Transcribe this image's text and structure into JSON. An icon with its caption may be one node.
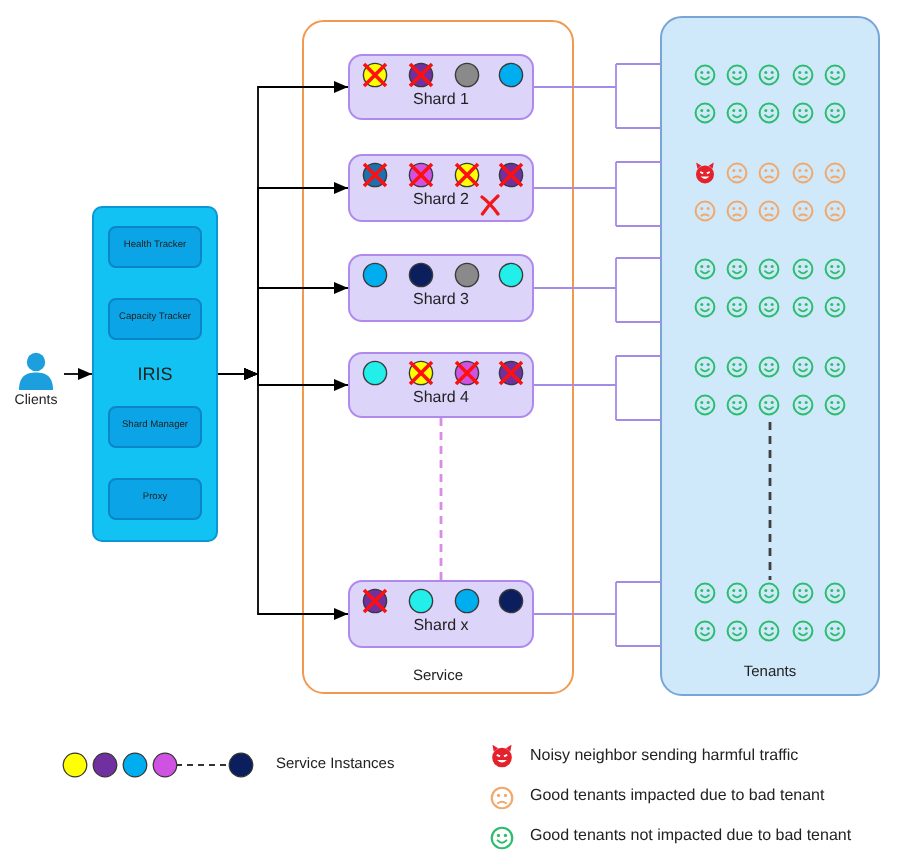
{
  "diagram": {
    "nodes": [
      {
        "text": [
          "Clients"
        ]
      },
      {
        "text": [
          "IRIS"
        ]
      },
      {
        "text": [
          "Health Tracker"
        ],
        "in": 1
      },
      {
        "text": [
          "Capacity Tracker"
        ],
        "in": 1
      },
      {
        "text": [
          "Shard Manager"
        ],
        "in": 1
      },
      {
        "text": [
          "Proxy"
        ],
        "in": 1
      },
      {
        "text": [
          "Service"
        ]
      },
      {
        "text": [
          "Shard 1"
        ],
        "in": 6
      },
      {
        "text": [
          "Shard 2"
        ],
        "in": 6
      },
      {
        "text": [
          "Shard 3"
        ],
        "in": 6
      },
      {
        "text": [
          "Shard 4"
        ],
        "in": 6
      },
      {
        "text": [
          "Shard x"
        ],
        "in": 6
      },
      {
        "text": [
          "Tenants"
        ]
      },
      {
        "text": [],
        "shape": "picture",
        "in": 12
      },
      {
        "text": [],
        "shape": "picture",
        "in": 12
      },
      {
        "text": [],
        "shape": "picture",
        "in": 12
      },
      {
        "text": [],
        "shape": "picture",
        "in": 12
      },
      {
        "text": [],
        "shape": "picture",
        "in": 12
      }
    ],
    "edges": [
      {
        "from": 0,
        "to": 1,
        "arrow": "to"
      },
      {
        "from": 1,
        "to": 7,
        "arrow": "to"
      },
      {
        "from": 1,
        "to": 8,
        "arrow": "to"
      },
      {
        "from": 1,
        "to": 9,
        "arrow": "to"
      },
      {
        "from": 1,
        "to": 10,
        "arrow": "to"
      },
      {
        "from": 1,
        "to": 11,
        "arrow": "to"
      },
      {
        "from": 7,
        "to": 13,
        "arrow": "none",
        "color": "#a58be8"
      },
      {
        "from": 8,
        "to": 14,
        "arrow": "none",
        "color": "#a58be8"
      },
      {
        "from": 9,
        "to": 15,
        "arrow": "none",
        "color": "#a58be8"
      },
      {
        "from": 10,
        "to": 16,
        "arrow": "none",
        "color": "#a58be8"
      },
      {
        "from": 11,
        "to": 17,
        "arrow": "none",
        "color": "#a58be8"
      },
      {
        "from": 10,
        "to": 11,
        "arrow": "none",
        "style": "dashed",
        "color": "#d98be8"
      },
      {
        "from": 16,
        "to": 17,
        "arrow": "none",
        "style": "dashed",
        "color": "#404040"
      }
    ],
    "legend": [
      {
        "text": "Service Instances"
      },
      {
        "text": "Noisy neighbor sending harmful traffic"
      },
      {
        "text": "Good tenants impacted due to bad tenant"
      },
      {
        "text": "Good tenants not impacted due to bad tenant"
      }
    ]
  }
}
